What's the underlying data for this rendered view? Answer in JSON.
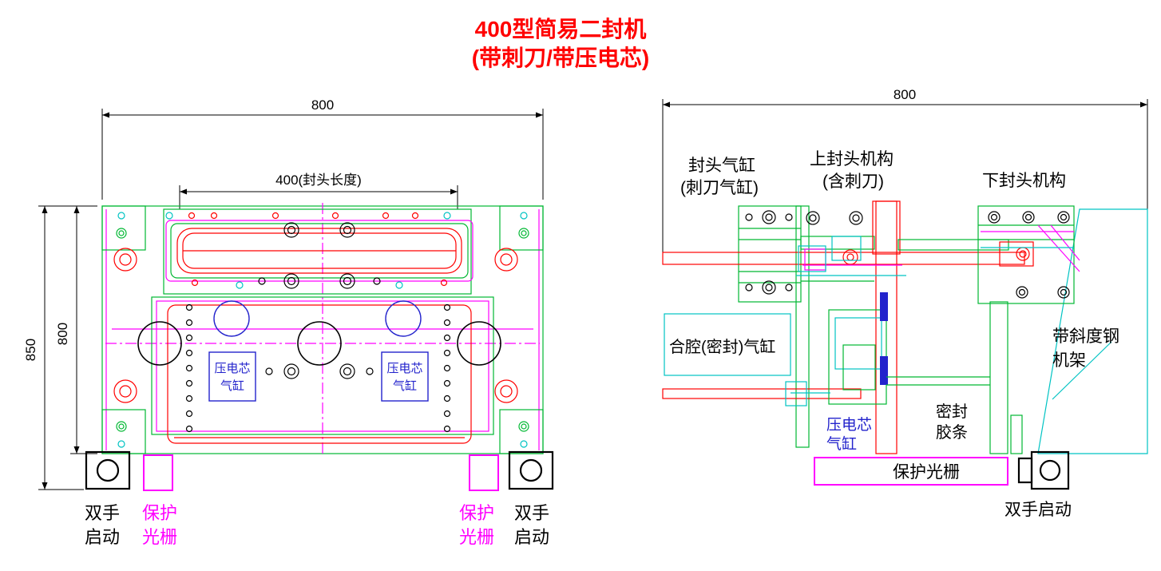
{
  "title": {
    "line1": "400型简易二封机",
    "line2": "(带刺刀/带压电芯)"
  },
  "colors": {
    "red": "#ff0000",
    "green": "#00b832",
    "magenta": "#ff00ff",
    "cyan": "#00c3c3",
    "blue": "#2323cc",
    "black": "#000000"
  },
  "plan_view": {
    "dim_top": "800",
    "dim_seal": "400(封头长度)",
    "dim_left_outer": "850",
    "dim_left_inner": "800",
    "piezo_label": {
      "line1": "压电芯",
      "line2": "气缸"
    },
    "bottom_labels": {
      "two_hand_left": {
        "line1": "双手",
        "line2": "启动"
      },
      "guard_left": {
        "line1": "保护",
        "line2": "光栅"
      },
      "guard_right": {
        "line1": "保护",
        "line2": "光栅"
      },
      "two_hand_right": {
        "line1": "双手",
        "line2": "启动"
      }
    }
  },
  "side_view": {
    "dim_top": "800",
    "labels": {
      "head_cylinder_1": "封头气缸",
      "head_cylinder_2": "(刺刀气缸)",
      "upper_head_1": "上封头机构",
      "upper_head_2": "(含刺刀)",
      "lower_head": "下封头机构",
      "cavity_cylinder": "合腔(密封)气缸",
      "slant_frame_1": "带斜度钢",
      "slant_frame_2": "机架",
      "piezo_1": "压电芯",
      "piezo_2": "气缸",
      "seal_strip_1": "密封",
      "seal_strip_2": "胶条",
      "light_curtain": "保护光栅",
      "two_hand_start": "双手启动"
    }
  }
}
